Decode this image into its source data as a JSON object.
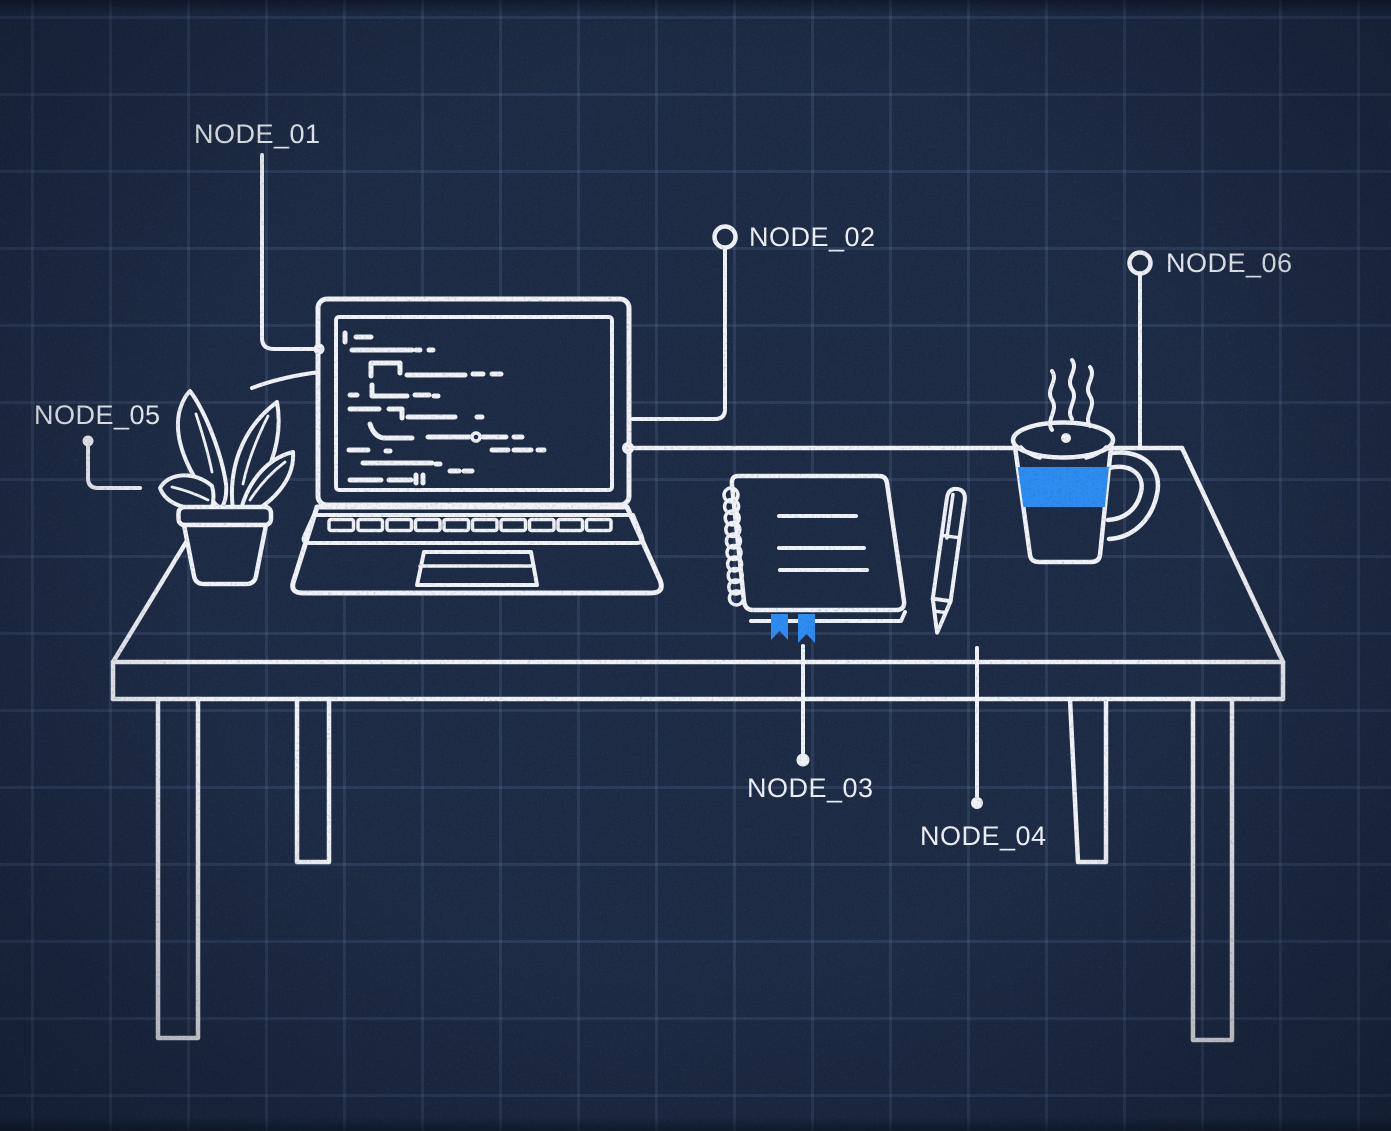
{
  "illustration": {
    "style": "blueprint-line-art",
    "objects": [
      "desk",
      "laptop",
      "potted-plant",
      "spiral-notebook",
      "pen",
      "coffee-mug"
    ]
  },
  "callouts": [
    {
      "id": "node-01",
      "label": "NODE_01",
      "target": "laptop",
      "marker": "elbow-line"
    },
    {
      "id": "node-02",
      "label": "NODE_02",
      "target": "laptop",
      "marker": "ring"
    },
    {
      "id": "node-03",
      "label": "NODE_03",
      "target": "spiral-notebook",
      "marker": "dot"
    },
    {
      "id": "node-04",
      "label": "NODE_04",
      "target": "pen",
      "marker": "dot"
    },
    {
      "id": "node-05",
      "label": "NODE_05",
      "target": "potted-plant",
      "marker": "dot"
    },
    {
      "id": "node-06",
      "label": "NODE_06",
      "target": "coffee-mug",
      "marker": "ring"
    }
  ],
  "colors": {
    "background": "#1c2a43",
    "grid_line": "#3c5176",
    "line_art": "#f0f3f8",
    "accent_blue": "#2b8cf2"
  }
}
